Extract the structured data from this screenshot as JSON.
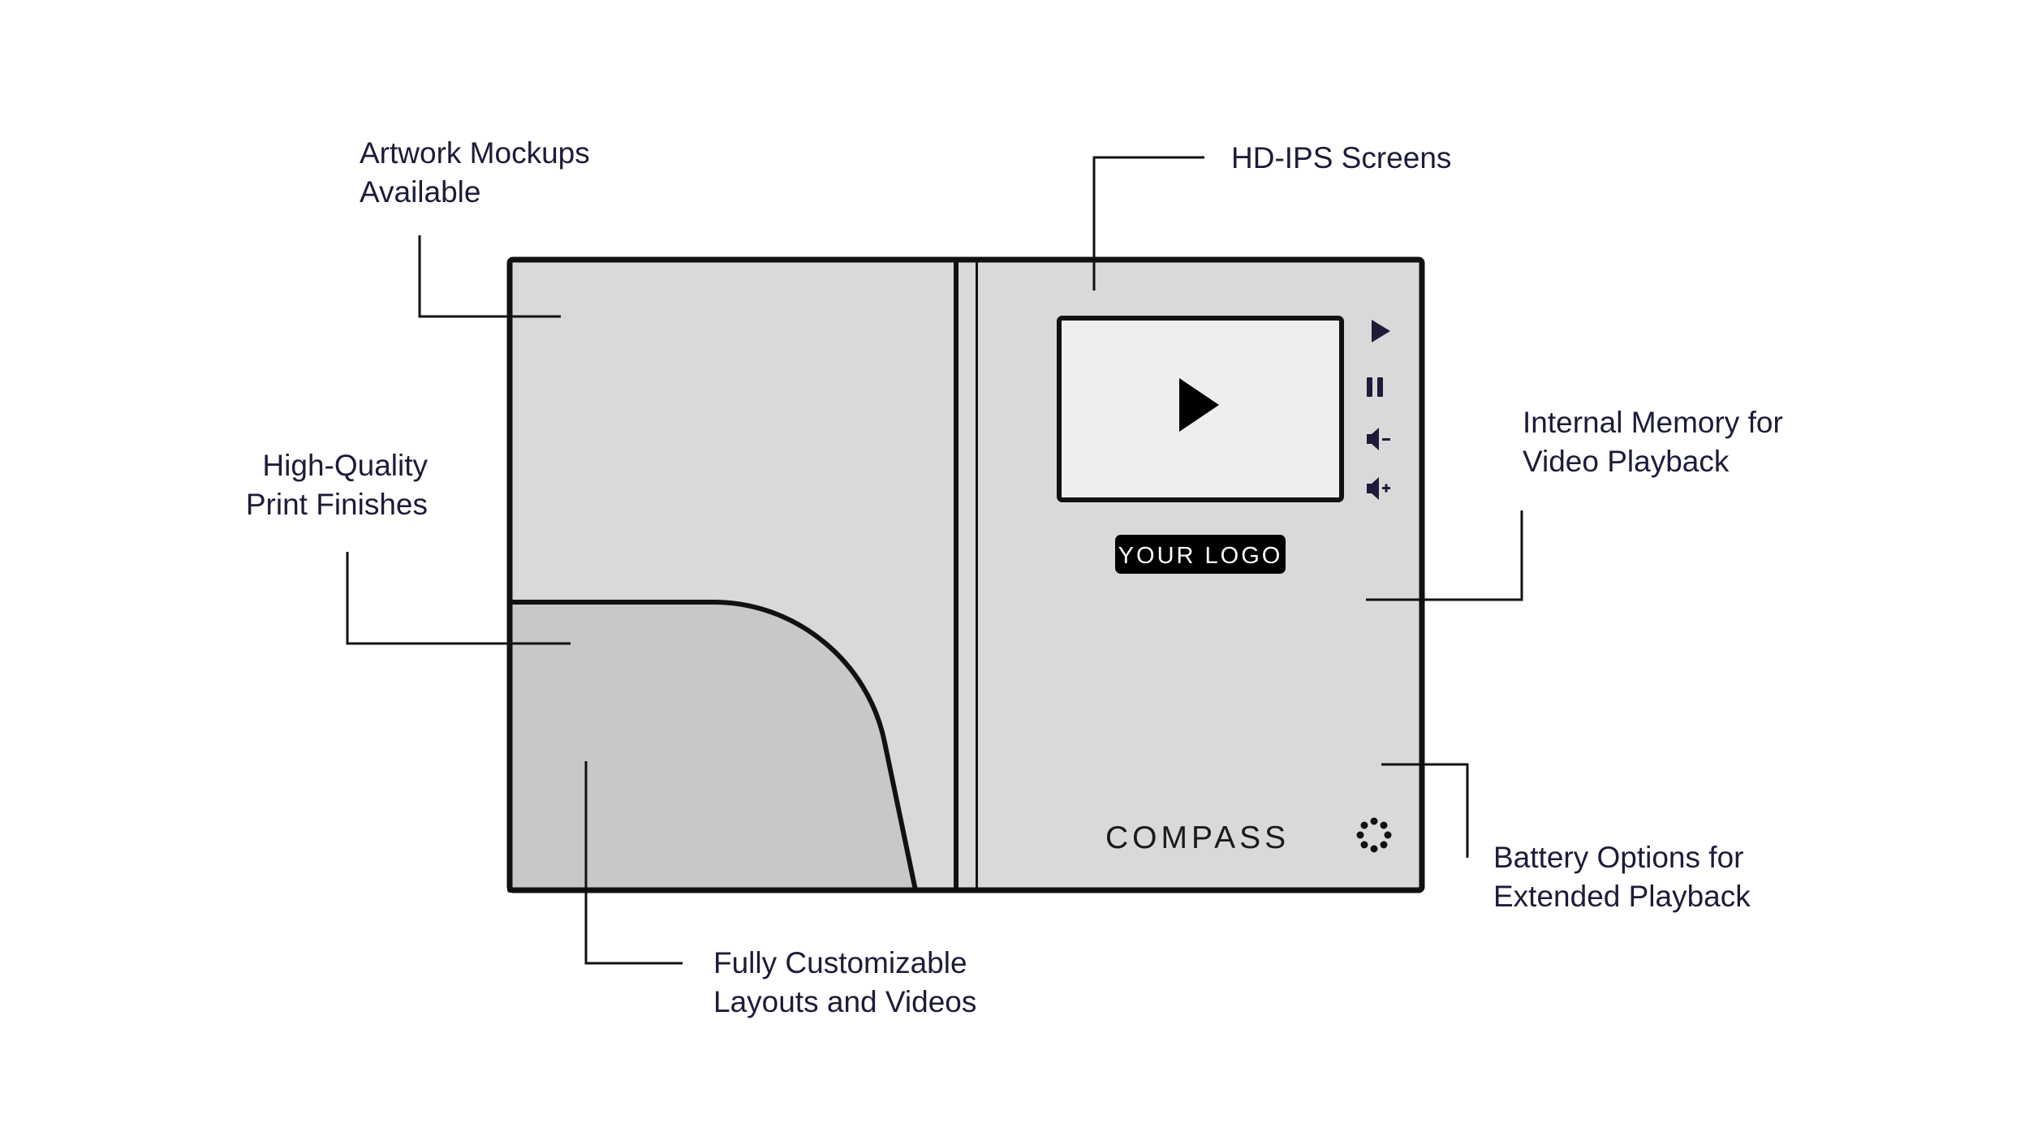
{
  "callouts": {
    "artwork": {
      "line1": "Artwork Mockups",
      "line2": "Available"
    },
    "hd_screens": {
      "line1": "HD-IPS Screens"
    },
    "print_quality": {
      "line1": "High-Quality",
      "line2": "Print Finishes"
    },
    "memory": {
      "line1": "Internal Memory for",
      "line2": "Video Playback"
    },
    "battery": {
      "line1": "Battery Options for",
      "line2": "Extended Playback"
    },
    "customizable": {
      "line1": "Fully Customizable",
      "line2": "Layouts and Videos"
    }
  },
  "device": {
    "logo_badge": "YOUR LOGO",
    "brand": "COMPASS",
    "controls": [
      "play-icon",
      "pause-icon",
      "volume-down-icon",
      "volume-up-icon"
    ],
    "screen_icon": "play-icon"
  },
  "colors": {
    "text": "#1c1c3a",
    "panel": "#d9d9d9",
    "pocket": "#c8c8c8",
    "screen": "#eeeeee",
    "outline": "#111111",
    "control": "#1e1a3a"
  }
}
